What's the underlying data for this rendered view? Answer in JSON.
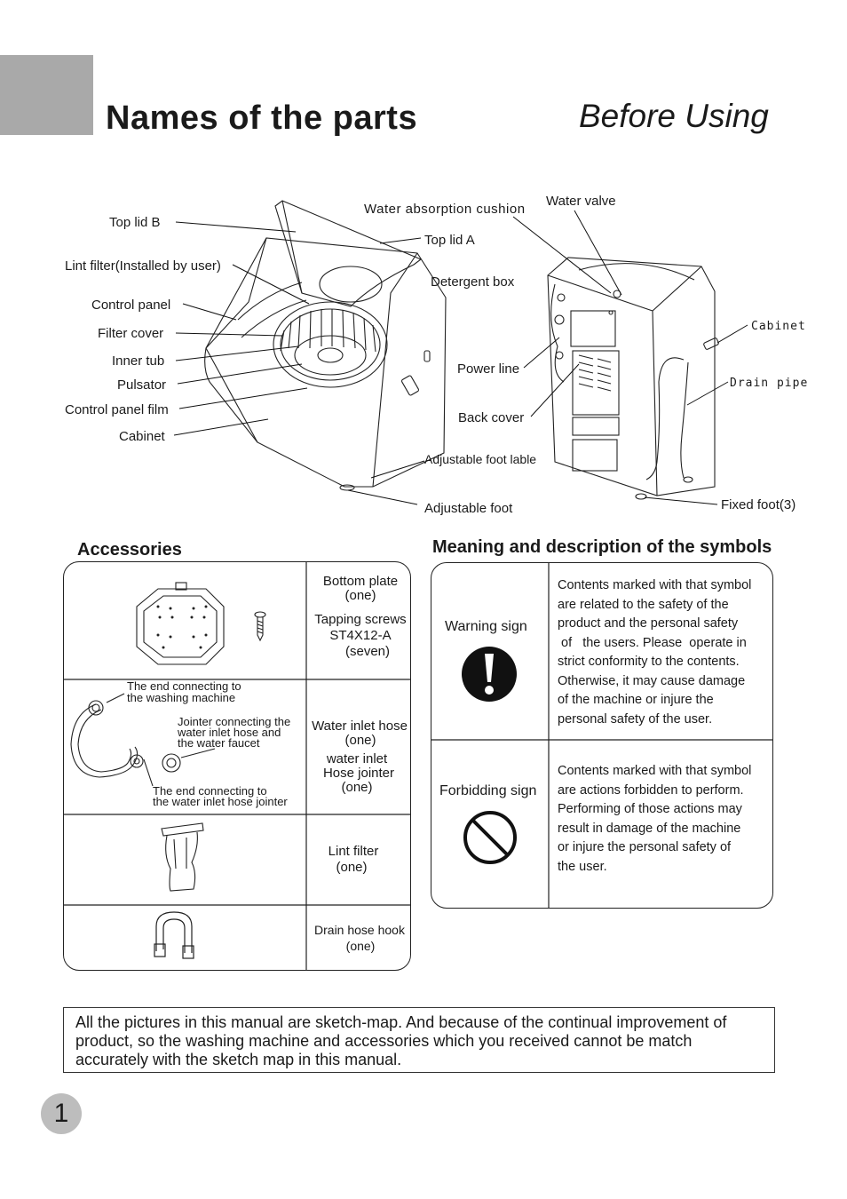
{
  "page": {
    "title": "Names of the parts",
    "section": "Before Using",
    "page_number": "1"
  },
  "parts_left": {
    "top_lid_b": "Top lid B",
    "lint_filter": "Lint filter(Installed by user)",
    "control_panel": "Control panel",
    "filter_cover": "Filter cover",
    "inner_tub": "Inner tub",
    "pulsator": "Pulsator",
    "control_panel_film": "Control panel film",
    "cabinet": "Cabinet",
    "water_absorption_cushion": "Water absorption cushion",
    "top_lid_a": "Top lid A",
    "detergent_box": "Detergent box",
    "adjustable_foot_lable": "Adjustable foot lable",
    "adjustable_foot": "Adjustable foot"
  },
  "parts_right": {
    "water_valve": "Water valve",
    "power_line": "Power line",
    "back_cover": "Back cover",
    "cabinet": "Cabinet",
    "drain_pipe": "Drain pipe",
    "fixed_foot": "Fixed foot(3)"
  },
  "accessories": {
    "heading": "Accessories",
    "bottom_plate": "Bottom plate",
    "bottom_plate_qty": "(one)",
    "tapping_screws": "Tapping screws",
    "tapping_screws_spec": "ST4X12-A",
    "tapping_screws_qty": "(seven)",
    "hose_end_machine_1": "The end connecting to",
    "hose_end_machine_2": "the washing machine",
    "jointer_1": "Jointer connecting the",
    "jointer_2": "water  inlet hose and",
    "jointer_3": "the water faucet",
    "hose_end_jointer_1": "The end connecting to",
    "hose_end_jointer_2": "the water inlet hose jointer",
    "water_inlet_hose": "Water inlet hose",
    "water_inlet_hose_qty": "(one)",
    "water_inlet_1": "water inlet",
    "water_inlet_2": "Hose jointer",
    "water_inlet_qty": "(one)",
    "lint_filter": "Lint filter",
    "lint_filter_qty": "(one)",
    "drain_hook": "Drain hose hook",
    "drain_hook_qty": "(one)"
  },
  "symbols": {
    "heading": "Meaning and description of the symbols",
    "warning_label": "Warning sign",
    "warning_lines": [
      "Contents marked with that symbol",
      "are  related  to  the  safety  of  the",
      "product  and  the  personal safety",
      " of   the users. Please  operate in",
      "strict conformity  to  the  contents.",
      "Otherwise, it  may  cause damage",
      "of   the  machine  or  injure   the",
      "personal safety  of the user."
    ],
    "forbidding_label": "Forbidding sign",
    "forbidding_lines": [
      "Contents marked with that symbol",
      "are  actions forbidden  to perform.",
      "Performing of  those actions  may",
      "result  in damage of  the machine",
      "or  injure the  personal  safety  of",
      "the user."
    ]
  },
  "note": "All the pictures in this manual are sketch-map. And because of  the continual improvement of product, so the washing machine and accessories  which you received cannot be match accurately with the sketch map in this manual."
}
